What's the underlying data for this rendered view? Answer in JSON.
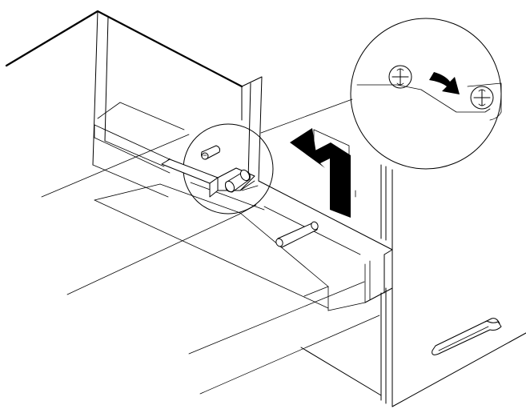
{
  "diagram": {
    "components": [
      "cabinet-top-edge",
      "cabinet-back-panel",
      "drawer",
      "drawer-front-panel",
      "drawer-rail",
      "hinge-bracket",
      "pin",
      "cabinet-side-panel",
      "door-handle",
      "magnified-detail",
      "upward-arrow",
      "curved-arrow"
    ],
    "colors": {
      "stroke": "#000000",
      "fill": "#ffffff",
      "arrow": "#000000"
    }
  }
}
